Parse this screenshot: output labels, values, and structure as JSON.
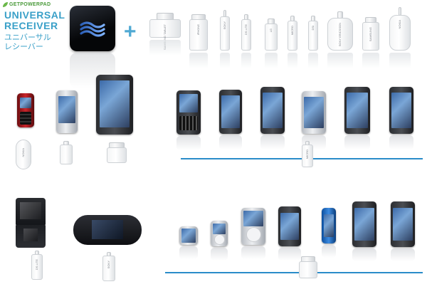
{
  "brand": {
    "logo_text": "GETPOWERPAD",
    "title_line1": "UNIVERSAL",
    "title_line2": "RECEIVER",
    "subtitle_jp_line1": "ユニバーサル",
    "subtitle_jp_line2": "レシーバー"
  },
  "colors": {
    "accent_blue": "#3aa0c8",
    "line_blue": "#2a8cc9",
    "logo_green": "#4a9a3a"
  },
  "receiver": {
    "icon": "wave-logo-icon"
  },
  "plus_sign": "+",
  "tips_top": [
    {
      "name": "tip-samsung-tablet",
      "label": "SAMSUNG TABLET"
    },
    {
      "name": "tip-iphone-dock",
      "label": "iPHONE"
    },
    {
      "name": "tip-sony",
      "label": "SONY"
    },
    {
      "name": "tip-ds-lite",
      "label": "DS LITE"
    },
    {
      "name": "tip-lg",
      "label": "LG"
    },
    {
      "name": "tip-micro",
      "label": "MICRO"
    },
    {
      "name": "tip-dsi",
      "label": "DSi"
    },
    {
      "name": "tip-sony-ericsson",
      "label": "SONY ERICSSON"
    },
    {
      "name": "tip-samsung",
      "label": "SAMSUNG"
    },
    {
      "name": "tip-nokia",
      "label": "NOKIA"
    }
  ],
  "groups": {
    "phones_left_tips": [
      "NOKIA",
      "LG",
      "SAMSUNG TABLET"
    ],
    "smartphones_tip": "MICRO",
    "ds_tip": "DS LITE",
    "psp_tip": "SONY",
    "apple_tip": "iPHONE"
  }
}
